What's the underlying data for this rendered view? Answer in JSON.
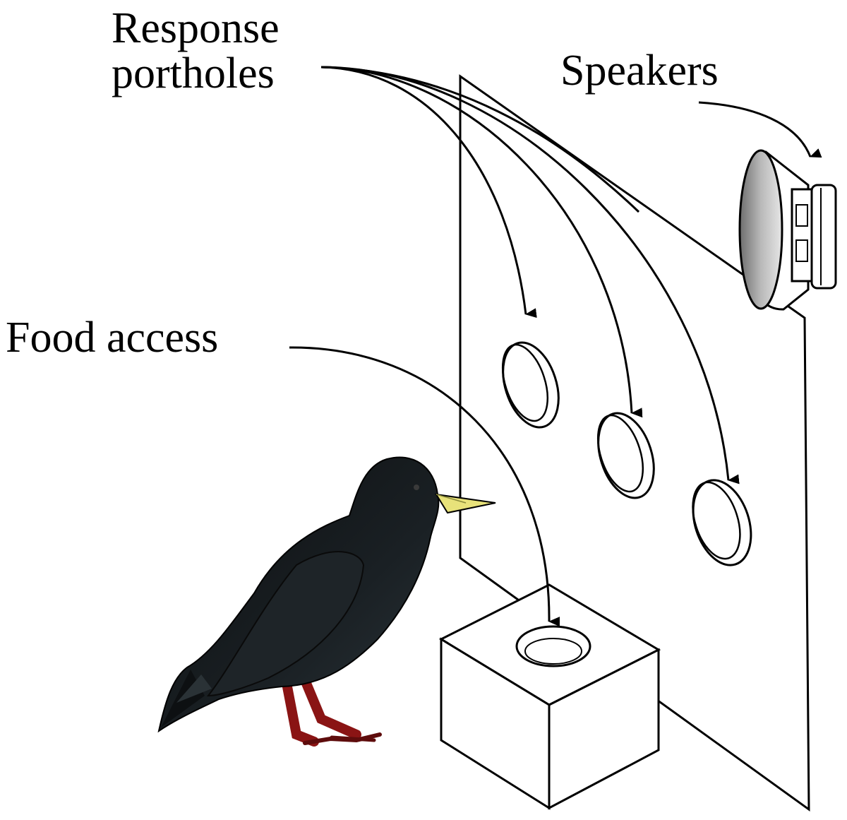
{
  "labels": {
    "response_portholes": [
      "Response",
      "portholes"
    ],
    "speakers": "Speakers",
    "food_access": "Food access"
  },
  "colors": {
    "line": "#000000",
    "background": "#ffffff",
    "bird_body": "#14191c",
    "bird_beak": "#e8e27a",
    "bird_legs": "#8a1414",
    "speaker_cone": "#9a9a9a"
  },
  "icons": {
    "bird": "starling-icon",
    "speaker": "speaker-icon",
    "food_box": "food-hopper-box"
  }
}
